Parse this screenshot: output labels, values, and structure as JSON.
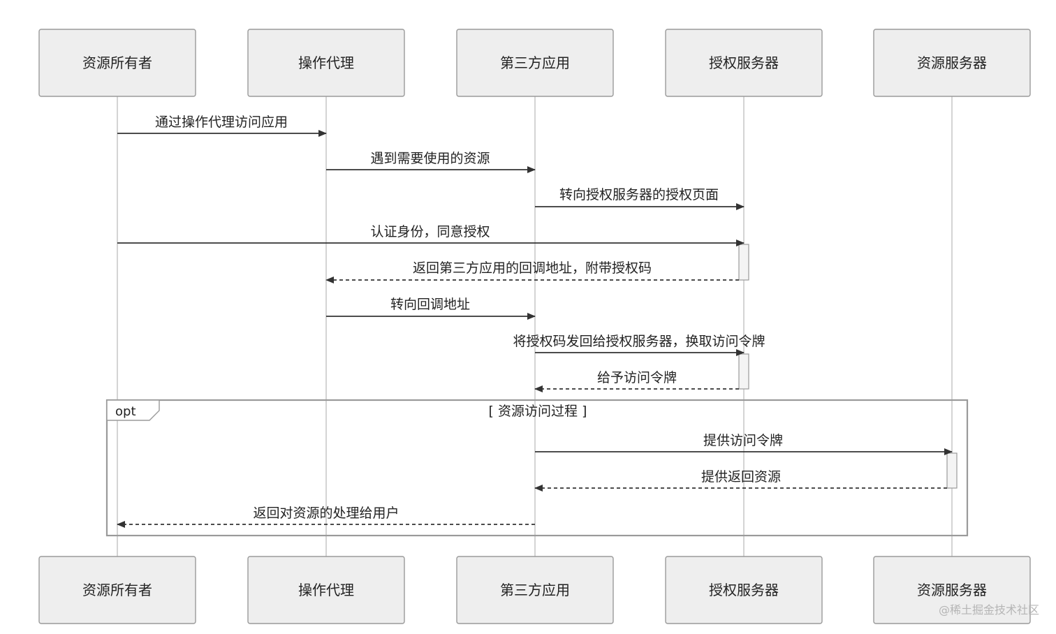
{
  "participants": [
    {
      "id": "owner",
      "label": "资源所有者"
    },
    {
      "id": "agent",
      "label": "操作代理"
    },
    {
      "id": "client",
      "label": "第三方应用"
    },
    {
      "id": "auth",
      "label": "授权服务器"
    },
    {
      "id": "resource",
      "label": "资源服务器"
    }
  ],
  "messages": [
    {
      "from": "owner",
      "to": "agent",
      "label": "通过操作代理访问应用",
      "style": "solid"
    },
    {
      "from": "agent",
      "to": "client",
      "label": "遇到需要使用的资源",
      "style": "solid"
    },
    {
      "from": "client",
      "to": "auth",
      "label": "转向授权服务器的授权页面",
      "style": "solid"
    },
    {
      "from": "owner",
      "to": "auth",
      "label": "认证身份，同意授权",
      "style": "solid"
    },
    {
      "from": "auth",
      "to": "agent",
      "label": "返回第三方应用的回调地址，附带授权码",
      "style": "dashed"
    },
    {
      "from": "agent",
      "to": "client",
      "label": "转向回调地址",
      "style": "solid"
    },
    {
      "from": "client",
      "to": "auth",
      "label": "将授权码发回给授权服务器，换取访问令牌",
      "style": "solid"
    },
    {
      "from": "auth",
      "to": "client",
      "label": "给予访问令牌",
      "style": "dashed"
    },
    {
      "from": "client",
      "to": "resource",
      "label": "提供访问令牌",
      "style": "solid"
    },
    {
      "from": "resource",
      "to": "client",
      "label": "提供返回资源",
      "style": "dashed"
    },
    {
      "from": "client",
      "to": "owner",
      "label": "返回对资源的处理给用户",
      "style": "dashed"
    }
  ],
  "fragment": {
    "keyword": "opt",
    "condition": "[ 资源访问过程 ]"
  },
  "watermark": "@稀土掘金技术社区"
}
